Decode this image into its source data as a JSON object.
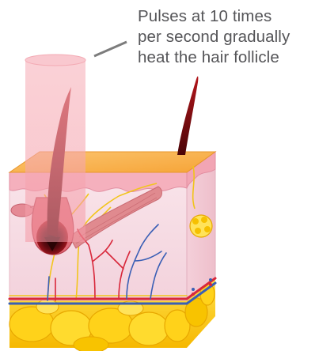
{
  "caption": {
    "lines": [
      "Pulses at 10 times",
      "per second gradually",
      "heat the hair follicle"
    ]
  },
  "colors": {
    "laser_beam": "#f4a3ad",
    "skin_top": "#f9b24f",
    "dermis": "#f7dbe2",
    "fat": "#ffd21a",
    "hair": "#8a0a0c",
    "artery": "#d8283b",
    "vein": "#3a5fb5",
    "nerve": "#f0c419",
    "caption_text": "#555558"
  },
  "icons": [
    "laser-beam-icon",
    "hair-follicle-icon",
    "sweat-gland-icon",
    "blood-vessel-icon"
  ]
}
